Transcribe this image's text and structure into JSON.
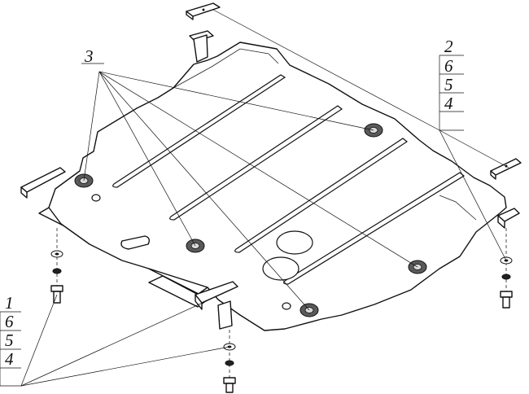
{
  "labels": {
    "item_3": "3",
    "stack_right": [
      "2",
      "6",
      "5",
      "4"
    ],
    "stack_left": [
      "1",
      "6",
      "5",
      "4"
    ]
  },
  "colors": {
    "line": "#111111",
    "nut": "#5a5a5a",
    "background": "#ffffff"
  }
}
